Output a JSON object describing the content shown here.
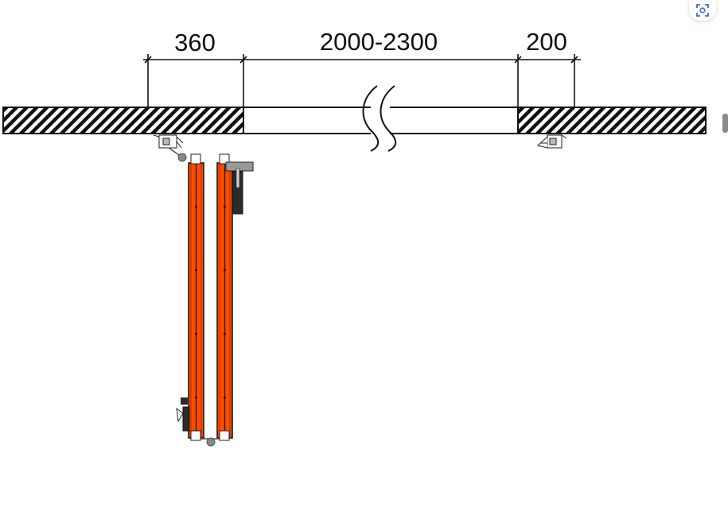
{
  "dimensions": {
    "left": "360",
    "opening": "2000-2300",
    "right": "200"
  },
  "colors": {
    "panel": "#FF4C00",
    "line": "#111111",
    "hardware": "#2b2b2b",
    "pivot": "#888888"
  },
  "icons": {
    "lens_button": "visual-search-icon"
  }
}
